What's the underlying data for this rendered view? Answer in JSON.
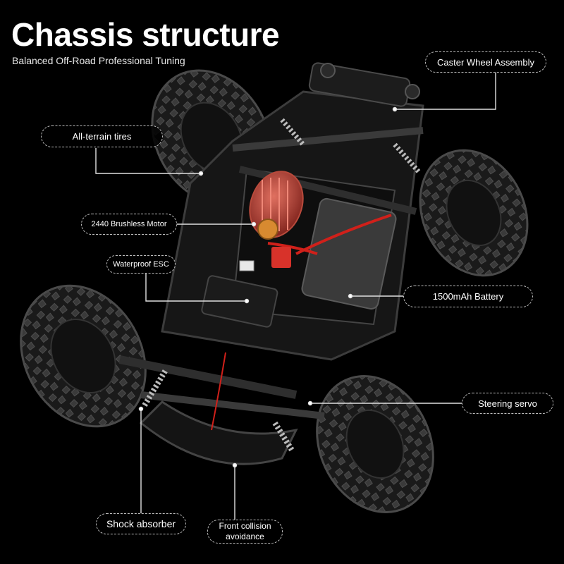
{
  "header": {
    "title": "Chassis structure",
    "subtitle": "Balanced Off-Road Professional Tuning"
  },
  "callouts": {
    "caster": "Caster Wheel Assembly",
    "tires": "All-terrain tires",
    "motor": "2440 Brushless Motor",
    "esc": "Waterproof ESC",
    "battery": "1500mAh Battery",
    "servo": "Steering servo",
    "shock": "Shock absorber",
    "collision": "Front collision avoidance"
  },
  "colors": {
    "background": "#000000",
    "motor": "#c0403a",
    "wire": "#d0201a",
    "connector": "#d8322a",
    "frame": "#1e1e1e"
  }
}
